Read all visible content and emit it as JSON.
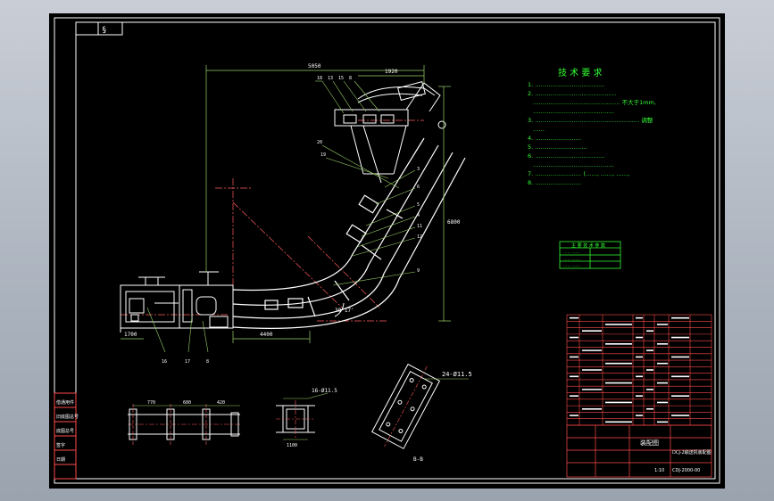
{
  "colors": {
    "background": "#000000",
    "frame": "#ffffff",
    "main_lines": "#ffffff",
    "dimension_lines": "#9bd26a",
    "leader_lines": "#9bd26a",
    "centerlines": "#ff5a5a",
    "notes_text": "#33ff33",
    "titleblock_lines": "#ff4a4a",
    "table_text": "#ffffff"
  },
  "corner_block": {
    "mark": "§"
  },
  "tech_notes": {
    "title": "技 术 要 求",
    "lines": [
      "1. ………………………………",
      "2. ……………………………………",
      "……………………………………… 不大于1mm,",
      "……………………………………",
      "3. ……………………………………………… 调整",
      "……",
      "4. ……………………",
      "5. ………………………",
      "6. ………………………………",
      "……………………………………",
      "7. …………………… (……, ……, ……,",
      "8. ……………………"
    ]
  },
  "dimensions": {
    "overall_width": "5050",
    "top_width": "1920",
    "overall_height": "6800",
    "base_width": "4400",
    "left_small": "1700",
    "angle": "39°17'",
    "holes_note": "24-Ø11.5",
    "section_hole_note": "16-Ø11.5",
    "section_mark": "B-B",
    "section_sub_left": "1100",
    "plan_dims": [
      "770",
      "600",
      "420"
    ]
  },
  "callouts": {
    "top_row": [
      "18",
      "13",
      "15",
      "8"
    ],
    "right_side": [
      "3",
      "6",
      "5",
      "4",
      "11",
      "12",
      "9"
    ],
    "left_side": [
      "20",
      "19"
    ],
    "bottom": [
      "16",
      "17",
      "8"
    ]
  },
  "bom": {
    "rows": 17,
    "cols": 8
  },
  "small_table": {
    "title": "主 要 技 术 参 数",
    "rows": [
      "…… ……",
      "…… ……",
      "…… ……"
    ]
  },
  "title_block": {
    "name_label": "装配图",
    "drawing_name": "DCJ-2输送机装配图",
    "drawing_number": "CDJ-2000-00",
    "scale": "1:10"
  },
  "stamp_labels": [
    "借通用件",
    "旧底图总号",
    "底图总号",
    "签字",
    "日期"
  ]
}
